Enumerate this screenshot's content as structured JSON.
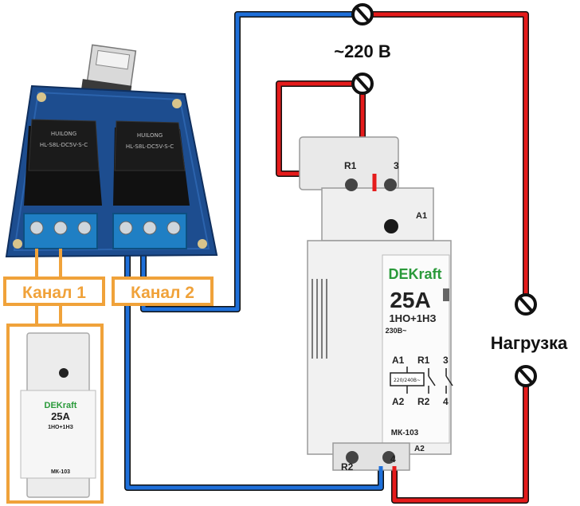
{
  "supply": {
    "label": "~220 В"
  },
  "load": {
    "label": "Нагрузка"
  },
  "channels": [
    {
      "label": "Канал 1"
    },
    {
      "label": "Канал 2"
    }
  ],
  "relay_board": {
    "relay_marking": "HL-S8L-DC5V-S-C",
    "relay_brand": "HUILONG"
  },
  "contactor": {
    "brand": "DEKraft",
    "rating": "25A",
    "contacts": "1НО+1НЗ",
    "voltage": "230В~",
    "model": "МК-103",
    "coil_label": "220/240В~",
    "terminals": {
      "r1": "R1",
      "t3": "3",
      "a1": "A1",
      "a2": "A2",
      "r2": "R2",
      "t4": "4"
    }
  },
  "colors": {
    "live_wire": "#e51b1b",
    "neutral_wire": "#1e6fd9",
    "channel_frame": "#f0a23a",
    "board_blue": "#1d4d8f"
  }
}
